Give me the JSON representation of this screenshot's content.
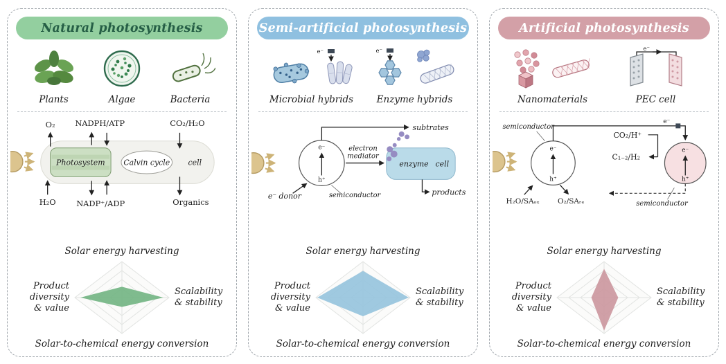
{
  "panels": [
    {
      "title": "Natural photosynthesis",
      "pill_color": "#93cf9f",
      "title_color": "#265f46",
      "icons": [
        {
          "label": "Plants"
        },
        {
          "label": "Algae"
        },
        {
          "label": "Bacteria"
        }
      ],
      "schematic": {
        "o2": "O₂",
        "nadph_atp": "NADPH/ATP",
        "co2_h2o": "CO₂/H₂O",
        "photosystem": "Photosystem",
        "calvin_cycle": "Calvin cycle",
        "cell": "cell",
        "h2o": "H₂O",
        "nadp_adp": "NADP⁺/ADP",
        "organics": "Organics"
      },
      "radar": {
        "top": "Solar energy harvesting",
        "right": "Scalability\n& stability",
        "bottom": "Solar-to-chemical energy conversion",
        "left": "Product\ndiversity\n& value",
        "values": {
          "top": 0.3,
          "right": 0.88,
          "bottom": 0.26,
          "left": 0.88
        },
        "color": "#74b584"
      }
    },
    {
      "title": "Semi-artificial photosynthesis",
      "pill_color": "#8fc0e0",
      "title_color": "#ffffff",
      "icons": [
        {
          "label": "Microbial hybrids"
        },
        {
          "label": "Enzyme hybrids"
        }
      ],
      "schematic": {
        "e_minus": "e⁻",
        "h_plus": "h⁺",
        "e_donor": "e⁻ donor",
        "semiconductor": "semiconductor",
        "electron": "electron",
        "mediator": "mediator",
        "enzyme": "enzyme",
        "cell": "cell",
        "subtrates": "subtrates",
        "products": "products"
      },
      "radar": {
        "top": "Solar energy harvesting",
        "right": "Scalability\n& stability",
        "bottom": "Solar-to-chemical energy conversion",
        "left": "Product\ndiversity\n& value",
        "values": {
          "top": 0.74,
          "right": 0.97,
          "bottom": 0.52,
          "left": 0.97
        },
        "color": "#97c4dd"
      }
    },
    {
      "title": "Artificial photosynthesis",
      "pill_color": "#d3a0a7",
      "title_color": "#ffffff",
      "icons": [
        {
          "label": "Nanomaterials"
        },
        {
          "label": "PEC cell"
        }
      ],
      "schematic": {
        "semiconductor": "semiconductor",
        "e_minus": "e⁻",
        "h_plus": "h⁺",
        "co2_h": "CO₂/H⁺",
        "c12_h2": "C₁₋₂/H₂",
        "h2o_sa": "H₂O/SAₒₓ",
        "o2_sa": "O₂/SAᵣₑ"
      },
      "radar": {
        "top": "Solar energy harvesting",
        "right": "Scalability\n& stability",
        "bottom": "Solar-to-chemical energy conversion",
        "left": "Product\ndiversity\n& value",
        "values": {
          "top": 0.8,
          "right": 0.3,
          "bottom": 0.92,
          "left": 0.27
        },
        "color": "#cc98a0"
      }
    }
  ]
}
